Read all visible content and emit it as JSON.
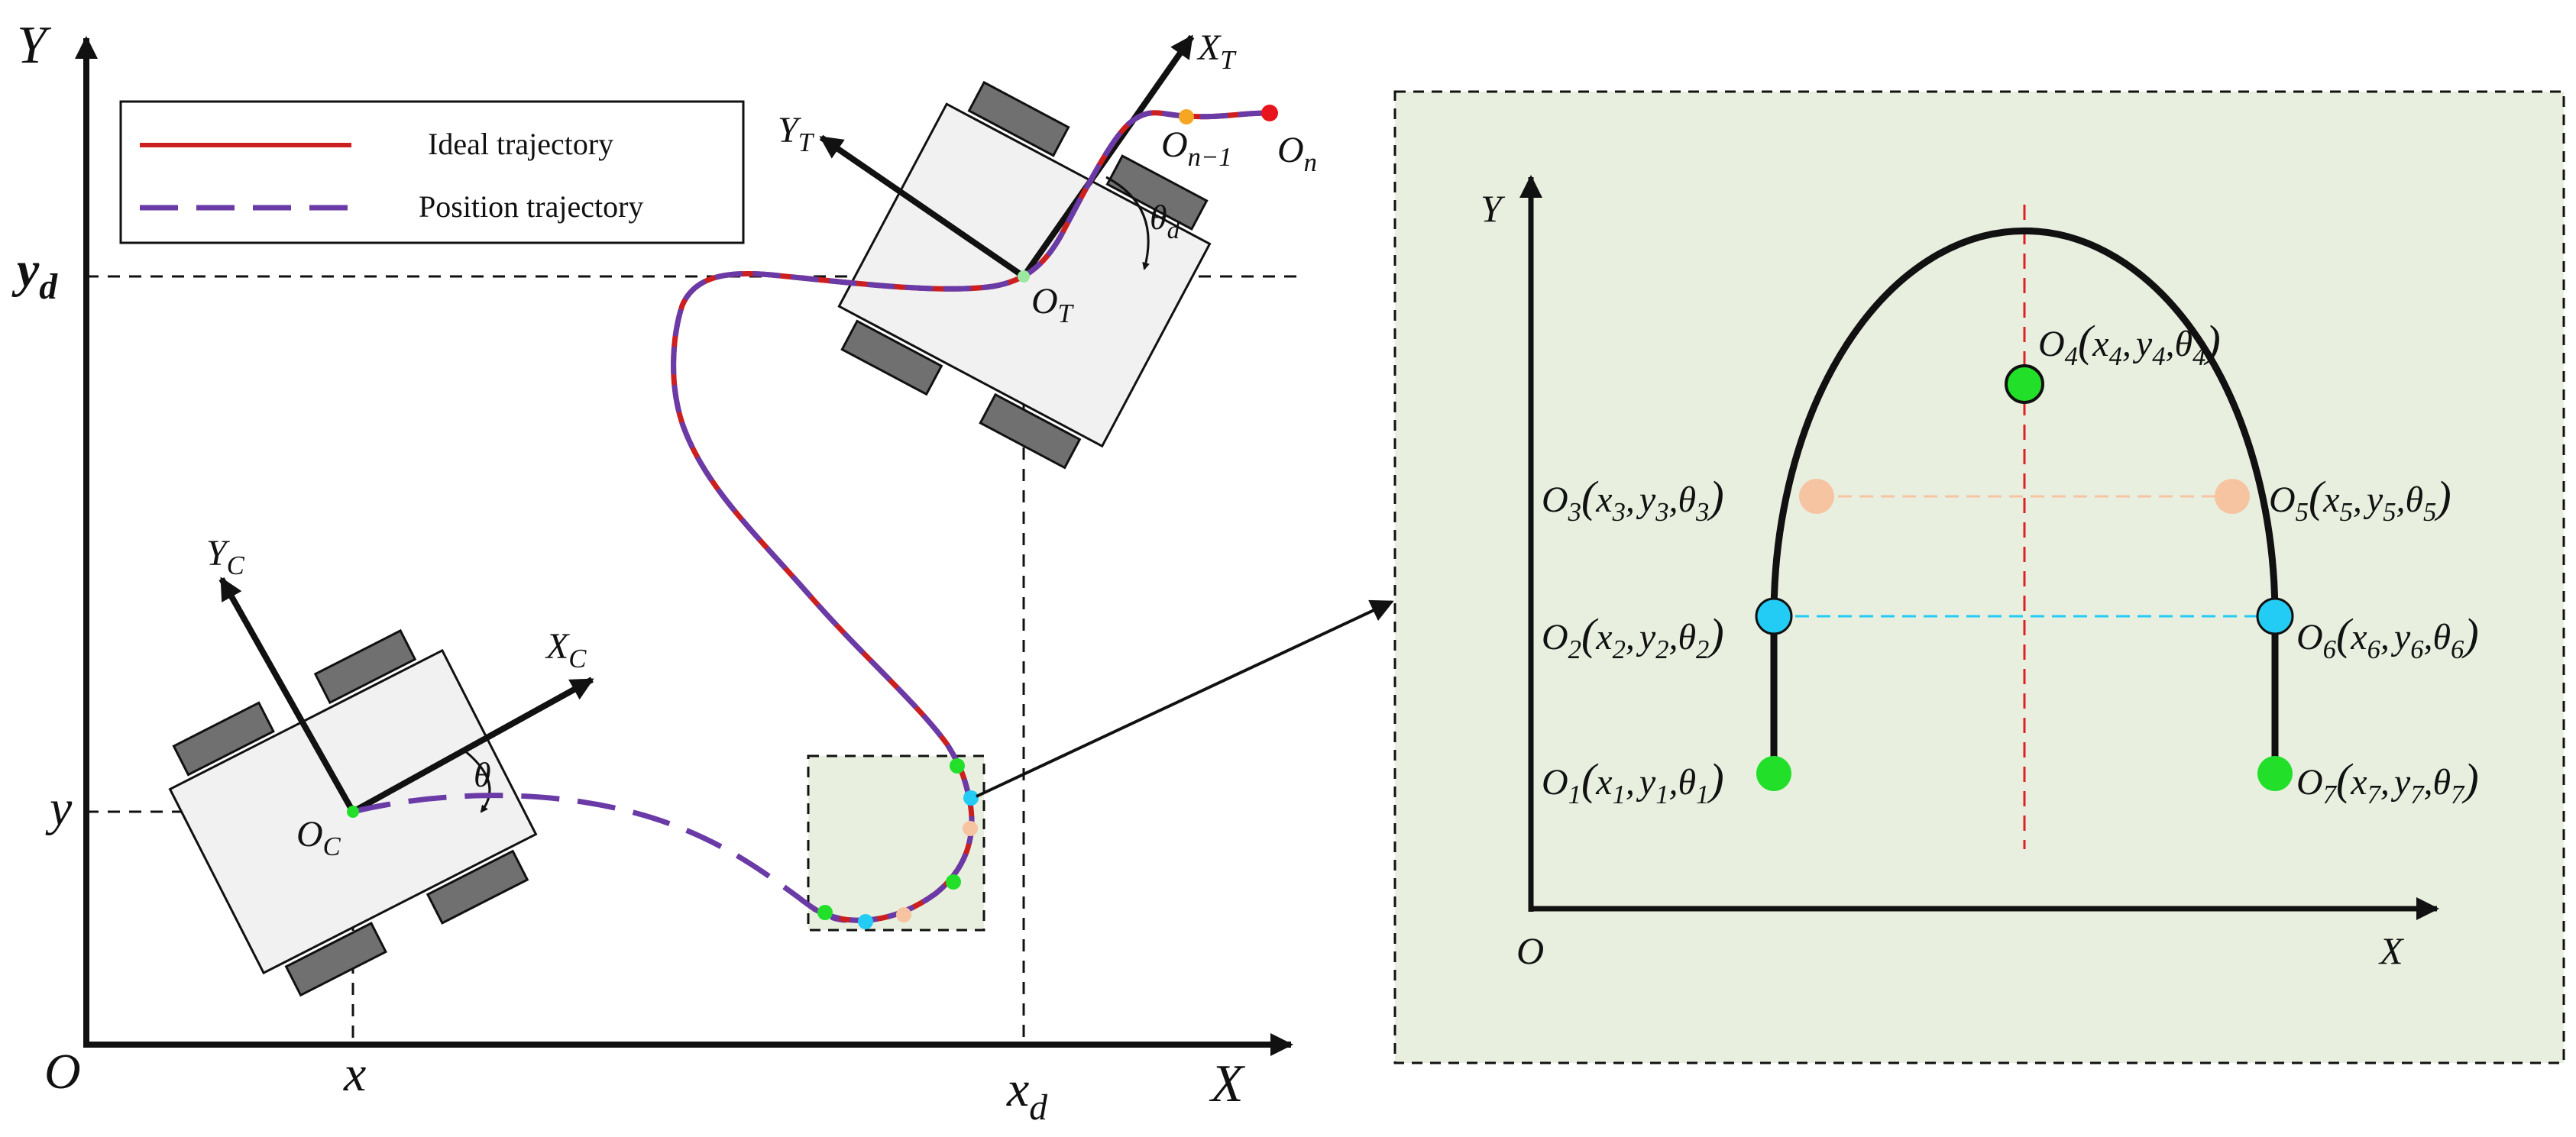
{
  "colors": {
    "ideal": "#cc1f1f",
    "position": "#6a3aa6",
    "vehicle_body": "#f1f1f1",
    "wheel": "#707070",
    "inset_bg": "#e8efdf",
    "green": "#22e02a",
    "cyan": "#22ccf5",
    "peach": "#f7c4a2",
    "orange": "#f5a623",
    "red_point": "#e8141b",
    "axis": "#111111"
  },
  "legend": {
    "ideal": "Ideal trajectory",
    "position": "Position trajectory"
  },
  "main_axes": {
    "x_axis": "X",
    "y_axis": "Y",
    "origin": "O",
    "x_tick": "x",
    "y_tick": "y",
    "xd_main": "x",
    "xd_sub": "d",
    "yd_main": "y",
    "yd_sub": "d"
  },
  "current_frame": {
    "xc": "X",
    "xc_sub": "C",
    "yc": "Y",
    "yc_sub": "C",
    "oc": "O",
    "oc_sub": "C",
    "theta": "θ"
  },
  "target_frame": {
    "xt": "X",
    "xt_sub": "T",
    "yt": "Y",
    "yt_sub": "T",
    "ot": "O",
    "ot_sub": "T",
    "theta": "θ",
    "theta_sub": "d",
    "on1": "O",
    "on1_sub": "n−1",
    "on": "O",
    "on_sub": "n"
  },
  "inset": {
    "x_axis": "X",
    "y_axis": "Y",
    "origin": "O",
    "points": [
      {
        "id": "O",
        "idx": "1"
      },
      {
        "id": "O",
        "idx": "2"
      },
      {
        "id": "O",
        "idx": "3"
      },
      {
        "id": "O",
        "idx": "4"
      },
      {
        "id": "O",
        "idx": "5"
      },
      {
        "id": "O",
        "idx": "6"
      },
      {
        "id": "O",
        "idx": "7"
      }
    ],
    "coord_x": "x",
    "coord_y": "y",
    "coord_theta": "θ",
    "open_paren": "(",
    "close_paren": ")",
    "comma": ","
  }
}
